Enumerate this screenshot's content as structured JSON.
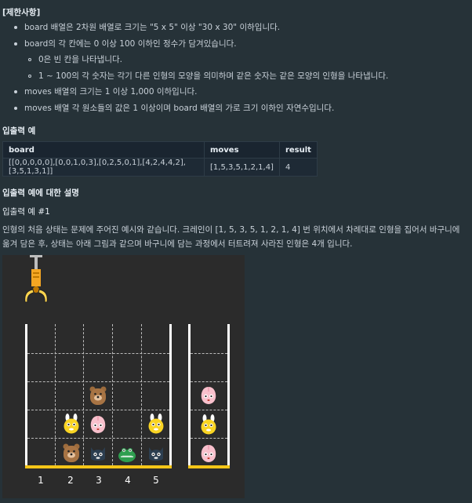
{
  "constraints": {
    "title": "[제한사항]",
    "items": [
      "board 배열은 2차원 배열로 크기는 \"5 x 5\" 이상 \"30 x 30\" 이하입니다.",
      "board의 각 칸에는 0 이상 100 이하인 정수가 담겨있습니다.",
      "0은 빈 칸을 나타냅니다.",
      "1 ~ 100의 각 숫자는 각기 다른 인형의 모양을 의미하며 같은 숫자는 같은 모양의 인형을 나타냅니다.",
      "moves 배열의 크기는 1 이상 1,000 이하입니다.",
      "moves 배열 각 원소들의 값은 1 이상이며 board 배열의 가로 크기 이하인 자연수입니다."
    ]
  },
  "io_example": {
    "title": "입출력 예",
    "headers": [
      "board",
      "moves",
      "result"
    ],
    "row": [
      "[[0,0,0,0,0],[0,0,1,0,3],[0,2,5,0,1],[4,2,4,4,2],[3,5,1,3,1]]",
      "[1,5,3,5,1,2,1,4]",
      "4"
    ]
  },
  "explanation": {
    "title": "입출력 예에 대한 설명",
    "subtitle": "입출력 예 #1",
    "text": "인형의 처음 상태는 문제에 주어진 예시와 같습니다. 크레인이 [1, 5, 3, 5, 1, 2, 1, 4] 번 위치에서 차례대로 인형을 집어서 바구니에 옮겨 담은 후, 상태는 아래 그림과 같으며 바구니에 담는 과정에서 터트려져 사라진 인형은 4개 입니다."
  },
  "illustration": {
    "column_labels": [
      "1",
      "2",
      "3",
      "4",
      "5"
    ],
    "colors": {
      "background": "#2b2b2b",
      "floor": "#f5c518",
      "wall": "#ffffff"
    },
    "board_dolls": [
      {
        "name": "bear",
        "col": 3,
        "row": 3
      },
      {
        "name": "rabbit",
        "col": 2,
        "row": 4
      },
      {
        "name": "peach",
        "col": 3,
        "row": 4
      },
      {
        "name": "rabbit",
        "col": 5,
        "row": 4
      },
      {
        "name": "bear",
        "col": 2,
        "row": 5
      },
      {
        "name": "cat",
        "col": 3,
        "row": 5
      },
      {
        "name": "crocodile",
        "col": 4,
        "row": 5
      },
      {
        "name": "cat",
        "col": 5,
        "row": 5
      }
    ],
    "basket_dolls": [
      "peach",
      "rabbit",
      "peach"
    ]
  }
}
